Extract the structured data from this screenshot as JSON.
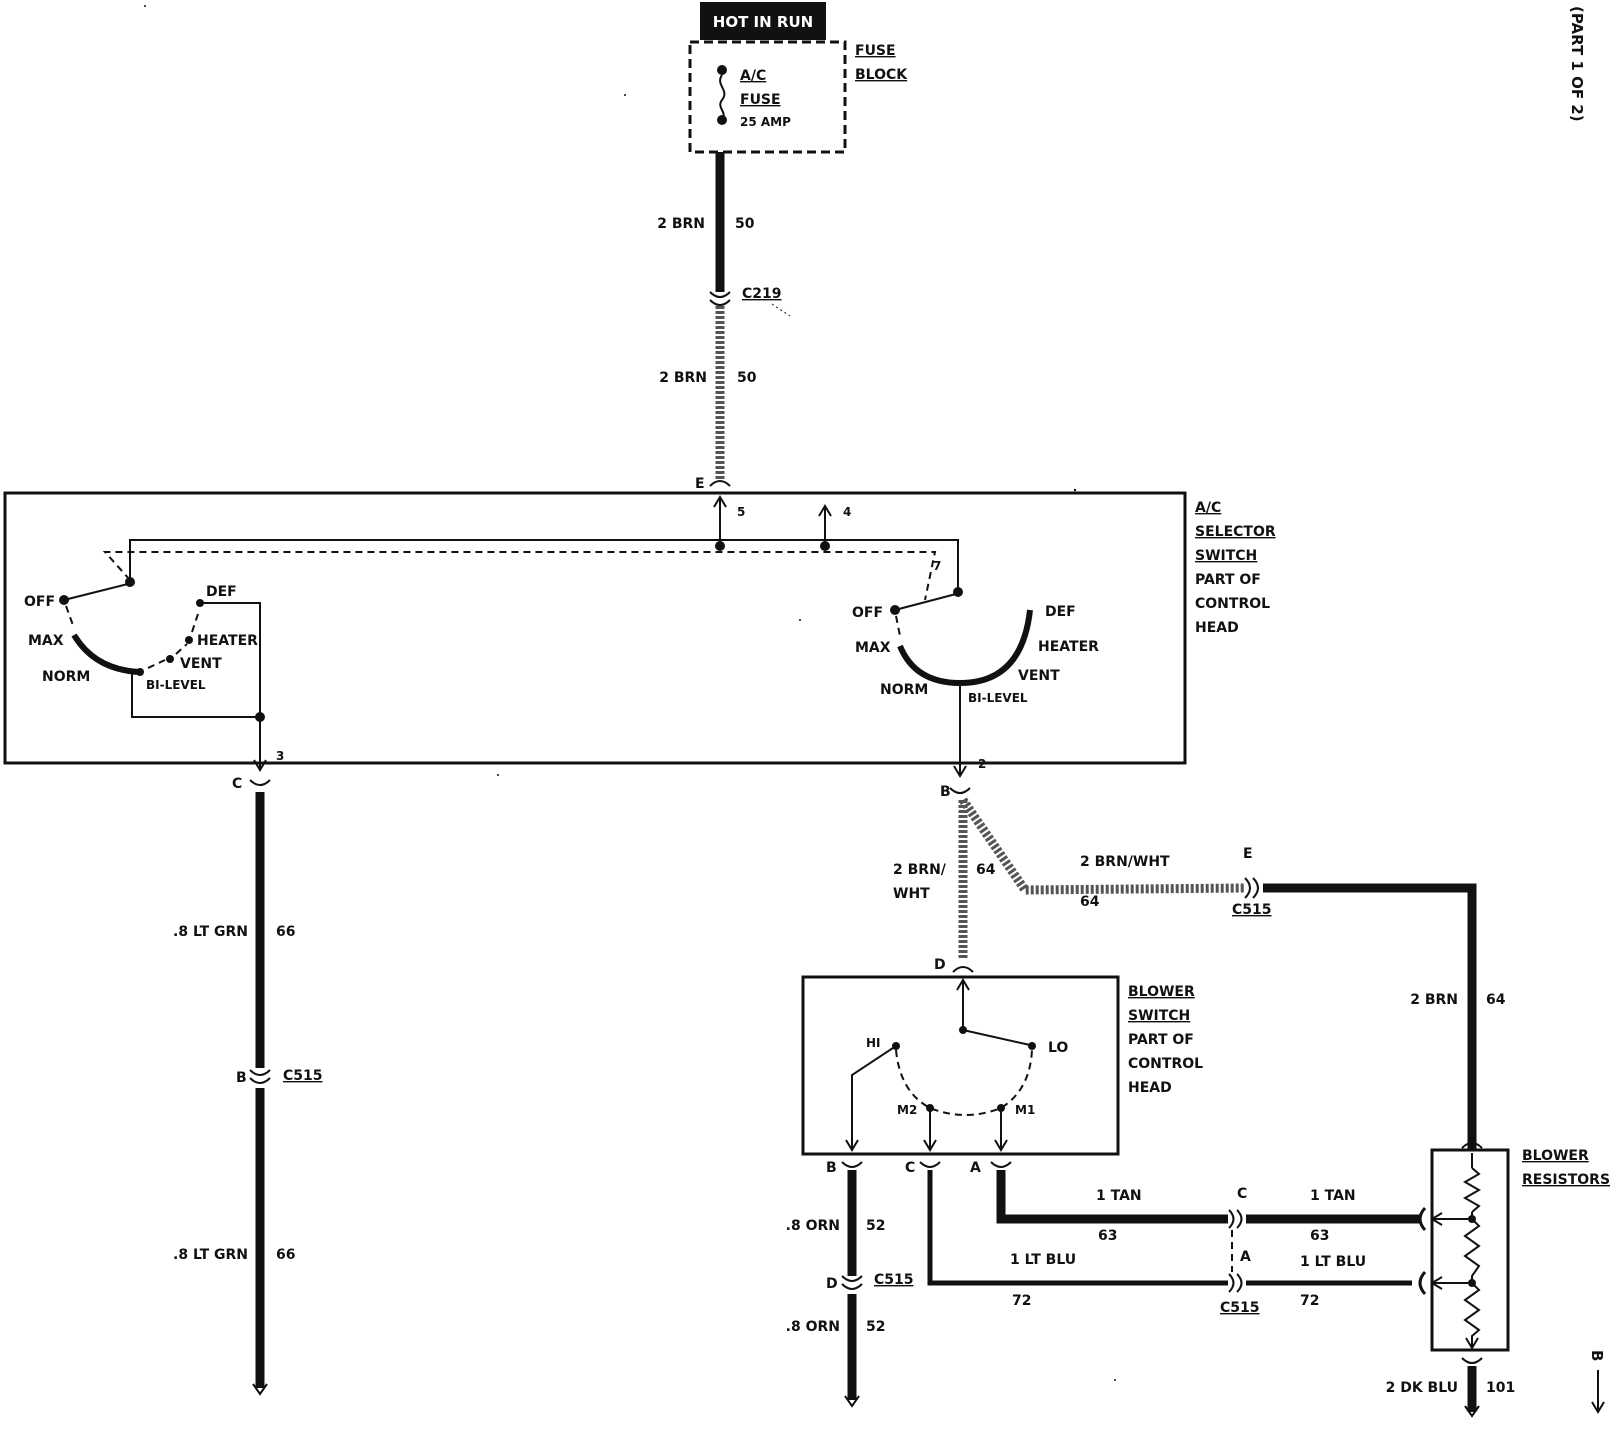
{
  "page_label": "(PART 1 OF 2)",
  "hot_in_run": "HOT IN RUN",
  "fuse_block": {
    "label_line1": "FUSE",
    "label_line2": "BLOCK",
    "fuse_line1": "A/C",
    "fuse_line2": "FUSE",
    "fuse_rating": "25 AMP"
  },
  "wires": {
    "w50_top_gauge": "2 BRN",
    "w50_top_circuit": "50",
    "c219": "C219",
    "w50_bot_gauge": "2 BRN",
    "w50_bot_circuit": "50",
    "w66_top_gauge": ".8 LT GRN",
    "w66_top_circuit": "66",
    "w66_bot_gauge": ".8 LT GRN",
    "w66_bot_circuit": "66",
    "w64_left_gauge_1": "2 BRN/",
    "w64_left_gauge_2": "WHT",
    "w64_left_circuit": "64",
    "w64_upper_gauge": "2 BRN/WHT",
    "w64_upper_circuit": "64",
    "w64_right_gauge": "2 BRN",
    "w64_right_circuit": "64",
    "w52_top_gauge": ".8 ORN",
    "w52_top_circuit": "52",
    "w52_bot_gauge": ".8 ORN",
    "w52_bot_circuit": "52",
    "w63_left_gauge": "1 TAN",
    "w63_left_circuit": "63",
    "w63_right_gauge": "1 TAN",
    "w63_right_circuit": "63",
    "w72_left_gauge": "1 LT BLU",
    "w72_left_circuit": "72",
    "w72_right_gauge": "1 LT BLU",
    "w72_right_circuit": "72",
    "w101_gauge": "2 DK BLU",
    "w101_circuit": "101"
  },
  "connectors": {
    "c515": "C515",
    "pin_E": "E",
    "pin_C": "C",
    "pin_B": "B",
    "pin_D": "D",
    "pin_A": "A",
    "pin_5": "5",
    "pin_4": "4",
    "pin_3": "3",
    "pin_2": "2",
    "pin_7": "7"
  },
  "selector_switch": {
    "title_1": "A/C",
    "title_2": "SELECTOR",
    "title_3": "SWITCH",
    "desc_1": "PART OF",
    "desc_2": "CONTROL",
    "desc_3": "HEAD",
    "left": {
      "off": "OFF",
      "max": "MAX",
      "norm": "NORM",
      "def": "DEF",
      "heater": "HEATER",
      "vent": "VENT",
      "bilevel": "BI-LEVEL"
    },
    "right": {
      "off": "OFF",
      "max": "MAX",
      "norm": "NORM",
      "def": "DEF",
      "heater": "HEATER",
      "vent": "VENT",
      "bilevel": "BI-LEVEL"
    }
  },
  "blower_switch": {
    "title_1": "BLOWER",
    "title_2": "SWITCH",
    "desc_1": "PART OF",
    "desc_2": "CONTROL",
    "desc_3": "HEAD",
    "hi": "HI",
    "lo": "LO",
    "m1": "M1",
    "m2": "M2"
  },
  "blower_resistors": {
    "title_1": "BLOWER",
    "title_2": "RESISTORS"
  },
  "continuation": "B"
}
